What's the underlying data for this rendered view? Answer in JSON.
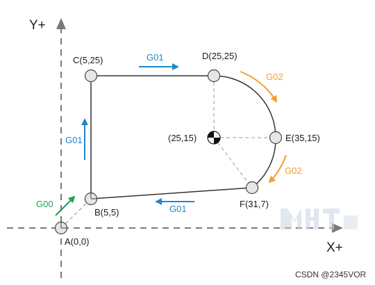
{
  "axes": {
    "x_label": "X+",
    "y_label": "Y+"
  },
  "points": {
    "A": "A(0,0)",
    "B": "B(5,5)",
    "C": "C(5,25)",
    "D": "D(25,25)",
    "E": "E(35,15)",
    "F": "F(31,7)",
    "center": "(25,15)"
  },
  "gcodes": {
    "a_to_b": "G00",
    "b_to_c": "G01",
    "c_to_d": "G01",
    "d_to_e": "G02",
    "e_to_f": "G02",
    "f_to_b": "G01"
  },
  "colors": {
    "g01": "#1f87c7",
    "g02": "#f0a02a",
    "g00": "#22a153",
    "axis": "#7a7a7a"
  },
  "watermark": "CSDN @2345VOR"
}
